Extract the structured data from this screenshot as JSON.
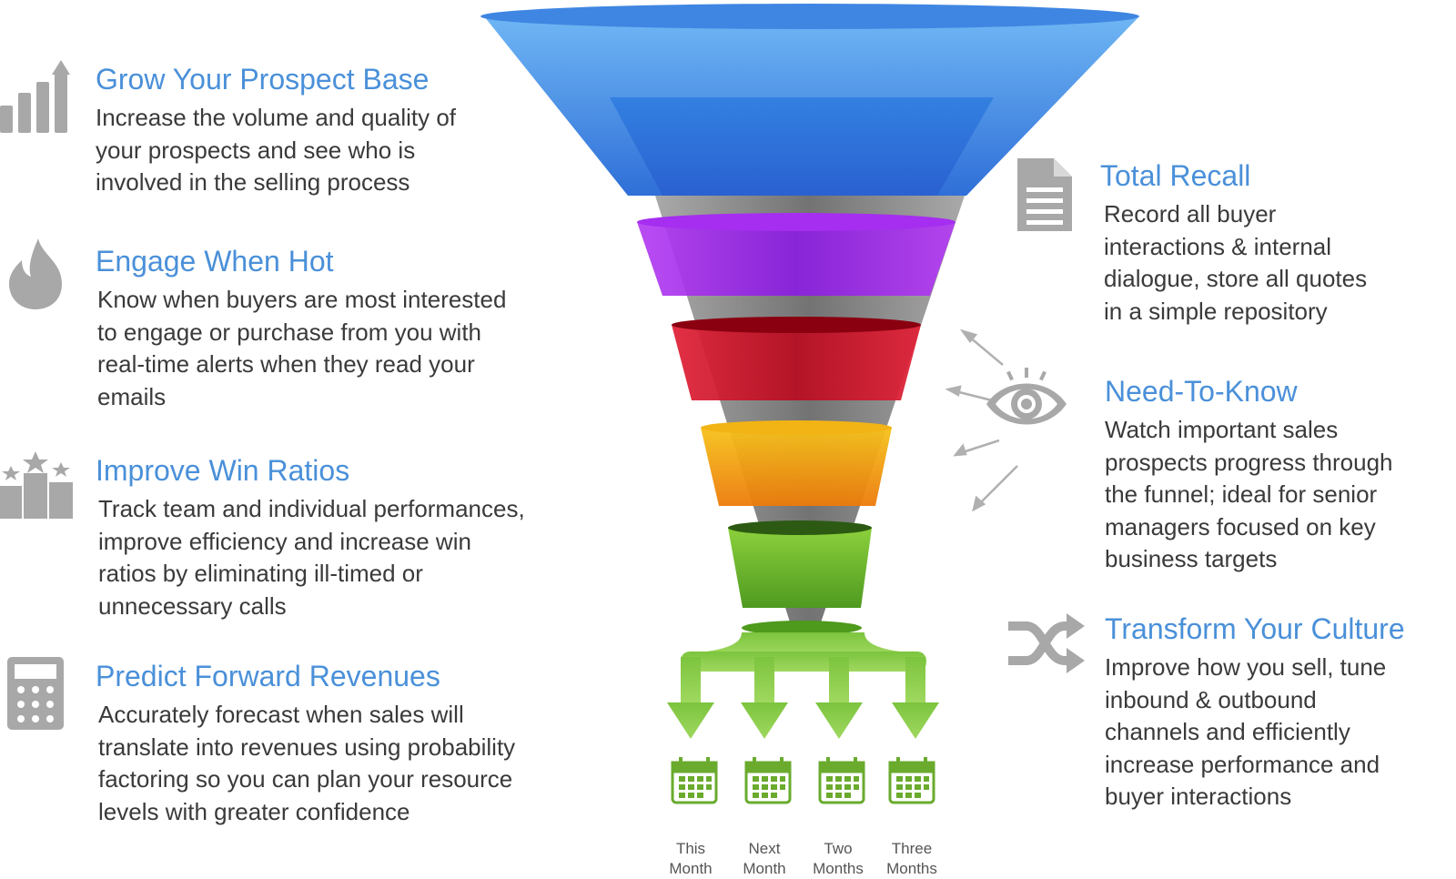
{
  "left_features": [
    {
      "title": "Grow Your Prospect Base",
      "description": "Increase the volume and quality of\nyour prospects and see who is\ninvolved in the selling process",
      "icon": "bar-chart-growth-icon"
    },
    {
      "title": "Engage When Hot",
      "description": "Know when buyers are most interested\nto engage or purchase from you with\nreal-time alerts when they read your\nemails",
      "icon": "flame-icon"
    },
    {
      "title": "Improve Win Ratios",
      "description": "Track team and individual performances,\nimprove efficiency and increase win\nratios by eliminating ill-timed or\nunnecessary calls",
      "icon": "podium-stars-icon"
    },
    {
      "title": "Predict Forward Revenues",
      "description": "Accurately forecast when sales will\ntranslate into revenues using probability\nfactoring so you can plan your resource\nlevels with greater confidence",
      "icon": "calculator-icon"
    }
  ],
  "right_features": [
    {
      "title": "Total Recall",
      "description": "Record all buyer\ninteractions & internal\ndialogue, store all quotes\nin a simple repository",
      "icon": "document-icon"
    },
    {
      "title": "Need-To-Know",
      "description": "Watch important sales\nprospects progress through\nthe funnel; ideal for senior\nmanagers focused on key\nbusiness targets",
      "icon": "eye-icon"
    },
    {
      "title": "Transform Your Culture",
      "description": "Improve how you sell, tune\ninbound & outbound\nchannels and efficiently\nincrease performance and\nbuyer interactions",
      "icon": "shuffle-icon"
    }
  ],
  "months": [
    "This\nMonth",
    "Next\nMonth",
    "Two\nMonths",
    "Three\nMonths"
  ],
  "colors": {
    "title": "#4a90d9",
    "text": "#3a3a3a",
    "icon_gray": "#a8a8a8",
    "funnel_blue": "#3c82e0",
    "funnel_purple": "#9a22e6",
    "funnel_red": "#cf1a2c",
    "funnel_orange": "#f0a10a",
    "funnel_green": "#6fb52c"
  }
}
